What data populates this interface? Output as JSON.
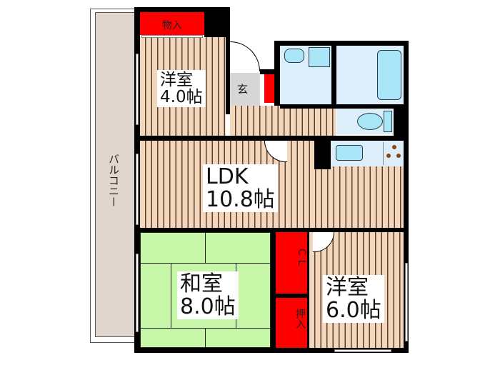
{
  "floorplan": {
    "colors": {
      "wall": "#000000",
      "flooring": "#f2d7bd",
      "flooring_line": "#5a3e2b",
      "tatami": "#c6f7a8",
      "storage": "#ff0000",
      "wet_area": "#dceefa",
      "fixture": "#a9e6f7",
      "balcony": "#e0d6cd",
      "genkan": "#d6d6d6"
    },
    "rooms": {
      "western_small": {
        "name": "洋室",
        "size": "4.0帖"
      },
      "ldk": {
        "name": "LDK",
        "size": "10.8帖"
      },
      "japanese": {
        "name": "和室",
        "size": "8.0帖"
      },
      "western_large": {
        "name": "洋室",
        "size": "6.0帖"
      }
    },
    "storage": {
      "top": "物入",
      "closet": "CL",
      "oshiire": "押入"
    },
    "entrance": "玄",
    "balcony": "バルコニー"
  }
}
